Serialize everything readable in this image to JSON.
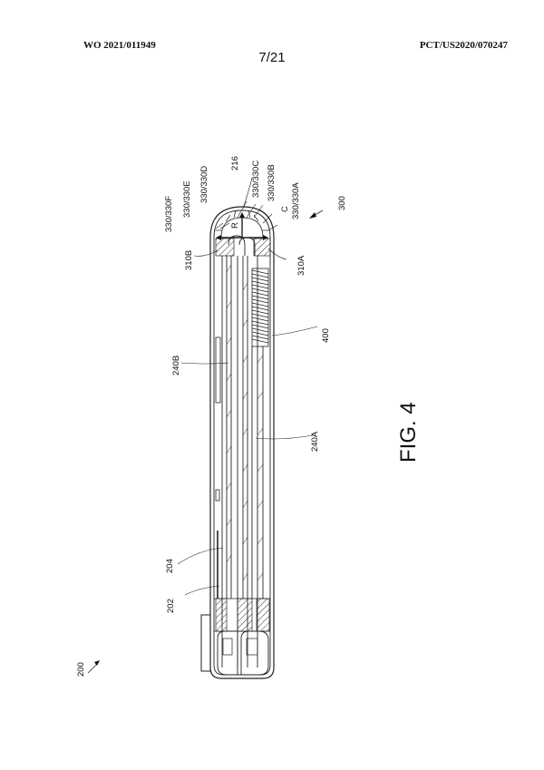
{
  "header": {
    "publication_number": "WO 2021/011949",
    "application_number": "PCT/US2020/070247",
    "sheet": "7/21"
  },
  "figure": {
    "title": "FIG. 4",
    "labels": {
      "l200": "200",
      "l202": "202",
      "l204": "204",
      "l216": "216",
      "l240A": "240A",
      "l240B": "240B",
      "l300": "300",
      "l310A": "310A",
      "l310B": "310B",
      "l330A": "330/330A",
      "l330B": "330/330B",
      "l330C": "330/330C",
      "l330D": "330/330D",
      "l330E": "330/330E",
      "l330F": "330/330F",
      "lC": "C",
      "lR": "R",
      "l400": "400"
    }
  }
}
